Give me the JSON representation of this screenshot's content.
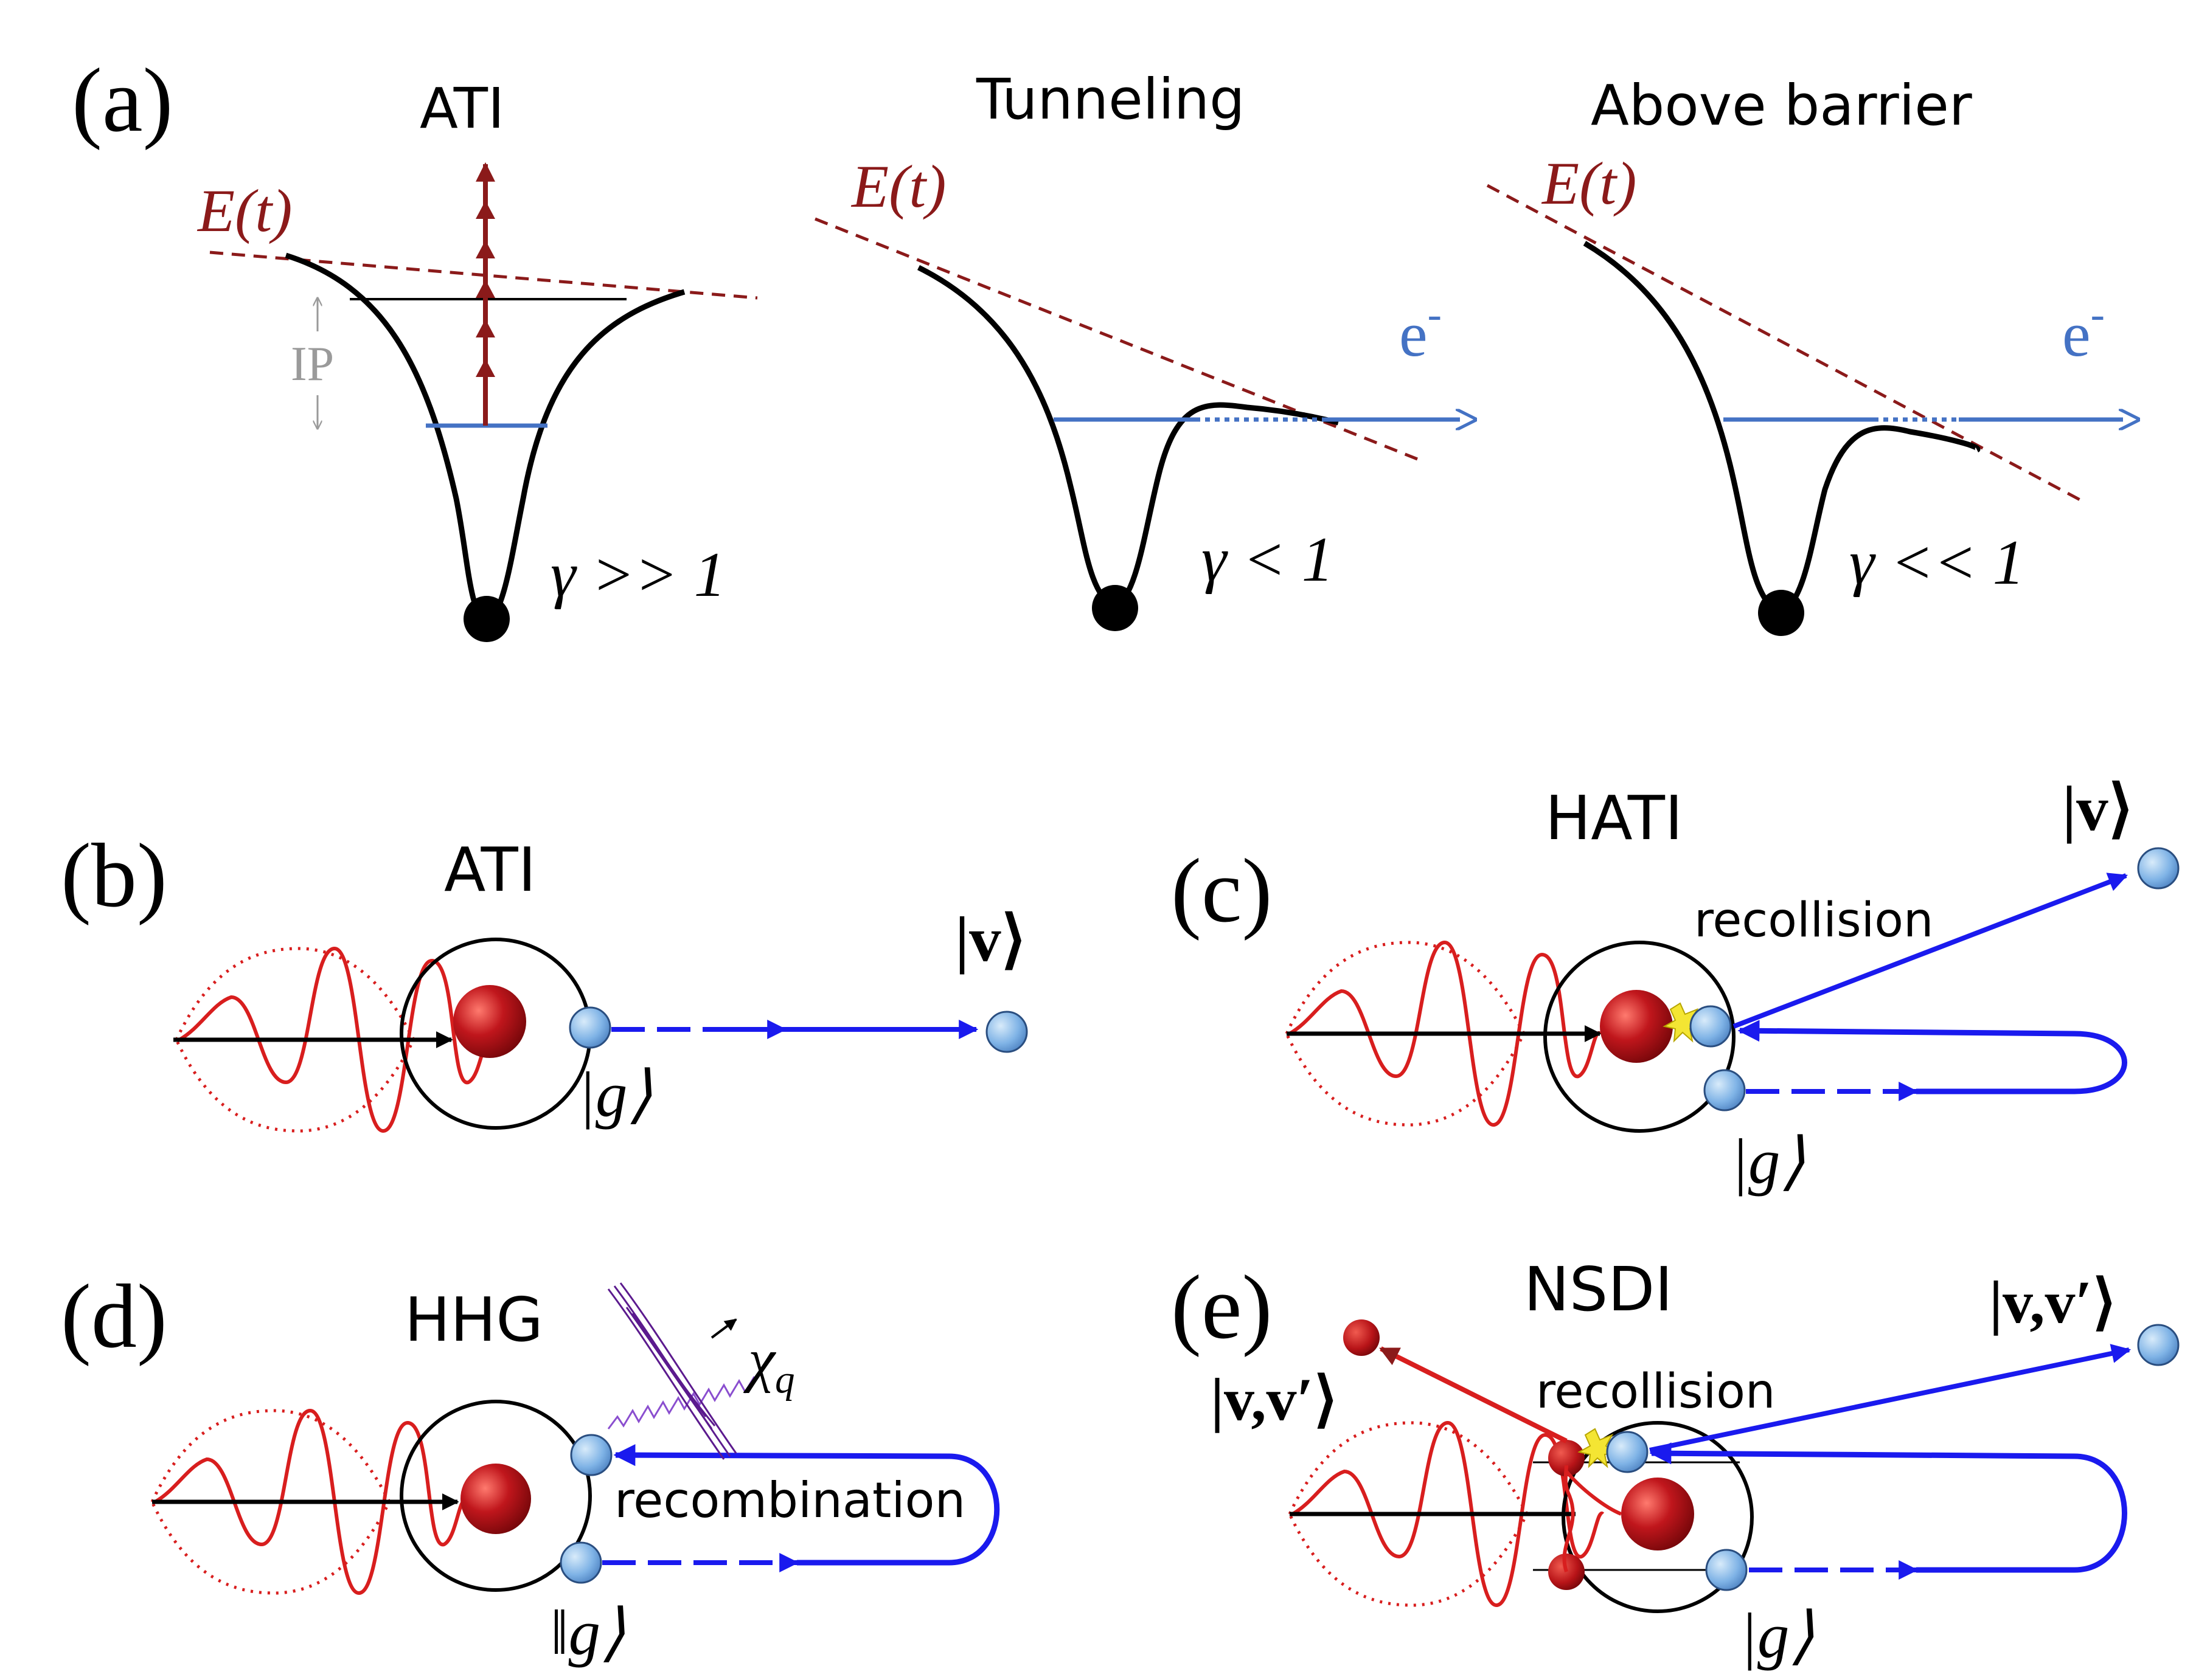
{
  "panels": {
    "a": {
      "label": "(a)",
      "ati": {
        "title": "ATI",
        "field": "E(t)",
        "ip": "IP",
        "gamma": "γ >> 1"
      },
      "tunneling": {
        "title": "Tunneling",
        "field": "E(t)",
        "electron": "e",
        "electron_sup": "-",
        "gamma": "γ < 1"
      },
      "above": {
        "title": "Above barrier",
        "field": "E(t)",
        "electron": "e",
        "electron_sup": "-",
        "gamma": "γ << 1"
      }
    },
    "b": {
      "label": "(b)",
      "title": "ATI",
      "ket_v": "|v⟩",
      "ket_g": "|g⟩"
    },
    "c": {
      "label": "(c)",
      "title": "HATI",
      "ket_v": "|v⟩",
      "recollision": "recollision",
      "ket_g": "|g⟩"
    },
    "d": {
      "label": "(d)",
      "title": "HHG",
      "chi": "χ",
      "chi_sub": "q",
      "recombination": "recombination",
      "ket_g": "‖g⟩"
    },
    "e": {
      "label": "(e)",
      "title": "NSDI",
      "ket_vv_right": "|v,v′⟩",
      "ket_vv_left": "|v,v′⟩",
      "recollision": "recollision",
      "ket_g": "|g⟩"
    }
  },
  "colors": {
    "field": "#8b1a1a",
    "level": "#4472c4",
    "trajectory": "#1a1aee",
    "electron": "#7fb3e6",
    "nucleus": "#c0161c",
    "laser": "#d81e1e",
    "photon": "#5b1a8e",
    "potential": "#000000",
    "ip": "#9a9a9a"
  }
}
